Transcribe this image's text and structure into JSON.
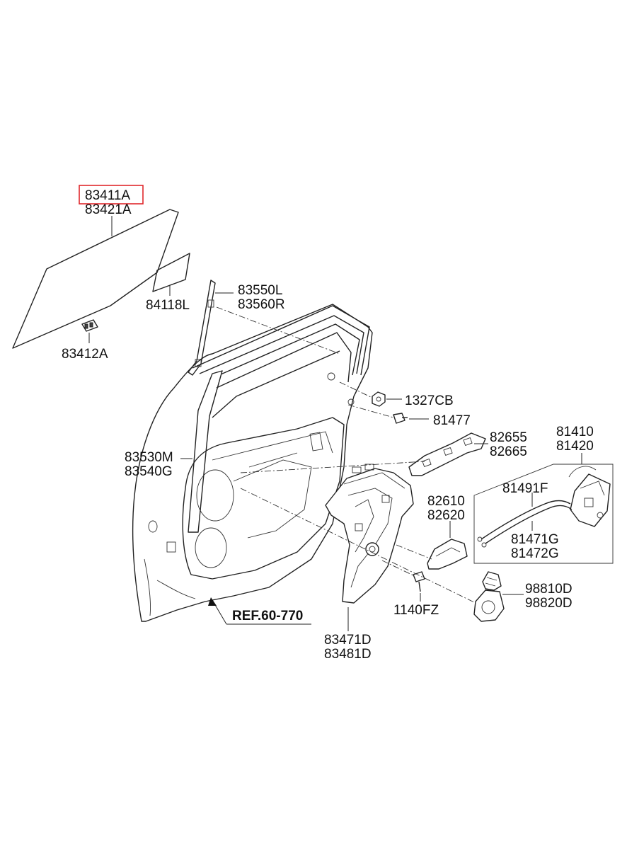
{
  "highlight_color": "#e0282c",
  "labels": {
    "glass_1": "83411A",
    "glass_2": "83421A",
    "film": "84118L",
    "glass_holder": "83412A",
    "channel_1": "83550L",
    "channel_2": "83560R",
    "nut": "1327CB",
    "bolt_81477": "81477",
    "handle_1": "82655",
    "handle_2": "82665",
    "latch_1": "81410",
    "latch_2": "81420",
    "door_1": "83530M",
    "door_2": "83540G",
    "cable_1": "81491F",
    "cable_2": "81471G",
    "cable_3": "81472G",
    "inner_handle_1": "82610",
    "inner_handle_2": "82620",
    "motor_1": "98810D",
    "motor_2": "98820D",
    "bolt_1140": "1140FZ",
    "regulator_1": "83471D",
    "regulator_2": "83481D",
    "ref": "REF.60-770"
  }
}
